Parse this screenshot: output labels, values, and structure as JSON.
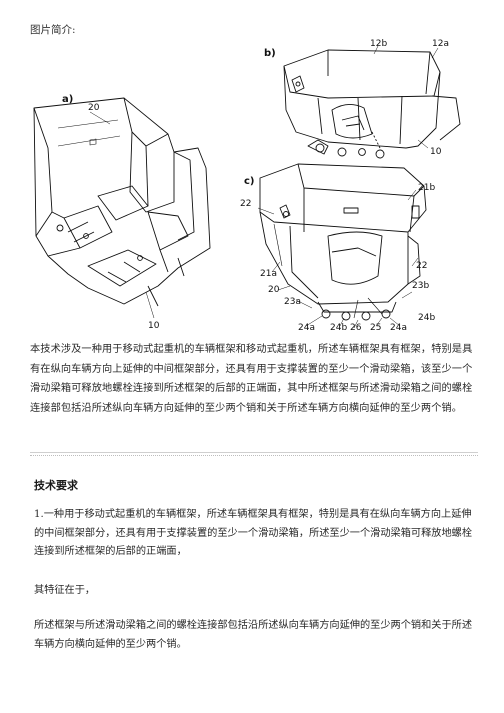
{
  "intro_label": "图片简介:",
  "figure": {
    "panels": [
      "a)",
      "b)",
      "c)"
    ],
    "callouts": {
      "n20": "20",
      "n10a": "10",
      "n12b": "12b",
      "n12a": "12a",
      "n10b": "10",
      "n21b": "21b",
      "n22a": "22",
      "n22b": "22",
      "n21a": "21a",
      "n20c": "20",
      "n23b": "23b",
      "n23a": "23a",
      "n24b1": "24b",
      "n24a1": "24a",
      "n24b2": "24b",
      "n26": "26",
      "n25": "25",
      "n24a2": "24a"
    }
  },
  "abstract": "本技术涉及一种用于移动式起重机的车辆框架和移动式起重机，所述车辆框架具有框架，特别是具有在纵向车辆方向上延伸的中间框架部分，还具有用于支撑装置的至少一个滑动梁箱，该至少一个滑动梁箱可释放地螺栓连接到所述框架的后部的正端面，其中所述框架与所述滑动梁箱之间的螺栓连接部包括沿所述纵向车辆方向延伸的至少两个销和关于所述车辆方向横向延伸的至少两个销。",
  "requirements": {
    "title": "技术要求",
    "p1": "1.一种用于移动式起重机的车辆框架，所述车辆框架具有框架，特别是具有在纵向车辆方向上延伸的中间框架部分，还具有用于支撑装置的至少一个滑动梁箱，所述至少一个滑动梁箱可释放地螺栓连接到所述框架的后部的正端面，",
    "p2": "其特征在于，",
    "p3": "所述框架与所述滑动梁箱之间的螺栓连接部包括沿所述纵向车辆方向延伸的至少两个销和关于所述车辆方向横向延伸的至少两个销。"
  }
}
